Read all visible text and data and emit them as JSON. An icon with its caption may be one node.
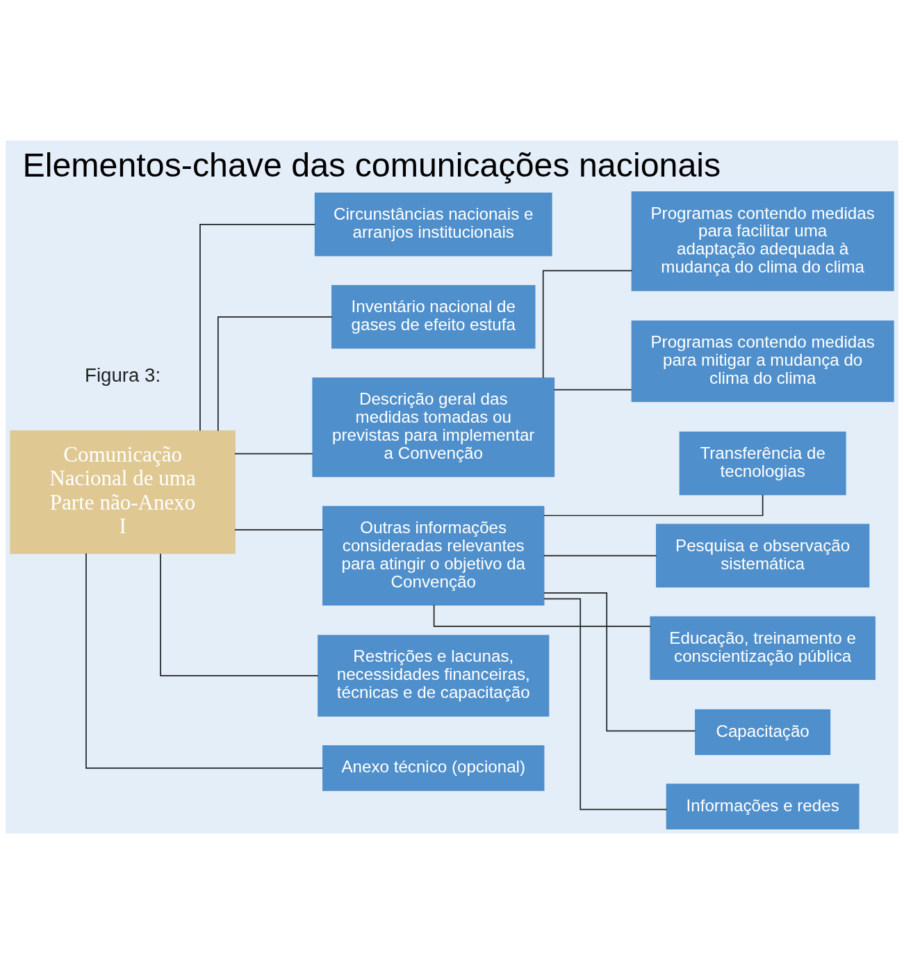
{
  "diagram": {
    "title": "Elementos-chave das comunicações nacionais",
    "nodes": [
      {
        "text": [
          "Comunicação Nacional de uma Parte não-Anexo I"
        ]
      },
      {
        "text": [
          "Circunstâncias nacionais e arranjos institucionais"
        ]
      },
      {
        "text": [
          "Inventário nacional de gases de efeito estufa"
        ]
      },
      {
        "text": [
          "Descrição geral das medidas tomadas ou previstas para implementar a Convenção"
        ]
      },
      {
        "text": [
          "Outras informações consideradas relevantes para atingir o objetivo da Convenção"
        ]
      },
      {
        "text": [
          "Restrições e lacunas, necessidades financeiras, técnicas e de capacitação"
        ]
      },
      {
        "text": [
          "Anexo técnico (opcional)"
        ]
      },
      {
        "text": [
          "Programas contendo medidas para facilitar uma adaptação adequada à mudança do clima do clima"
        ]
      },
      {
        "text": [
          "Programas contendo medidas para mitigar a mudança do clima do clima"
        ]
      },
      {
        "text": [
          "Transferência de tecnologias"
        ]
      },
      {
        "text": [
          "Pesquisa e observação sistemática"
        ]
      },
      {
        "text": [
          "Educação, treinamento e conscientização pública"
        ]
      },
      {
        "text": [
          "Capacitação"
        ]
      },
      {
        "text": [
          "Informações e redes"
        ]
      }
    ],
    "edges": [
      {
        "from": 0,
        "to": 1,
        "arrow": "none"
      },
      {
        "from": 0,
        "to": 2,
        "arrow": "none"
      },
      {
        "from": 0,
        "to": 3,
        "arrow": "none"
      },
      {
        "from": 0,
        "to": 4,
        "arrow": "none"
      },
      {
        "from": 0,
        "to": 5,
        "arrow": "none"
      },
      {
        "from": 0,
        "to": 6,
        "arrow": "none"
      },
      {
        "from": 3,
        "to": 7,
        "arrow": "none"
      },
      {
        "from": 3,
        "to": 8,
        "arrow": "none"
      },
      {
        "from": 4,
        "to": 9,
        "arrow": "none"
      },
      {
        "from": 4,
        "to": 10,
        "arrow": "none"
      },
      {
        "from": 4,
        "to": 11,
        "arrow": "none"
      },
      {
        "from": 4,
        "to": 12,
        "arrow": "none"
      },
      {
        "from": 4,
        "to": 13,
        "arrow": "none"
      }
    ],
    "labels": [
      "Figura 3:"
    ]
  }
}
